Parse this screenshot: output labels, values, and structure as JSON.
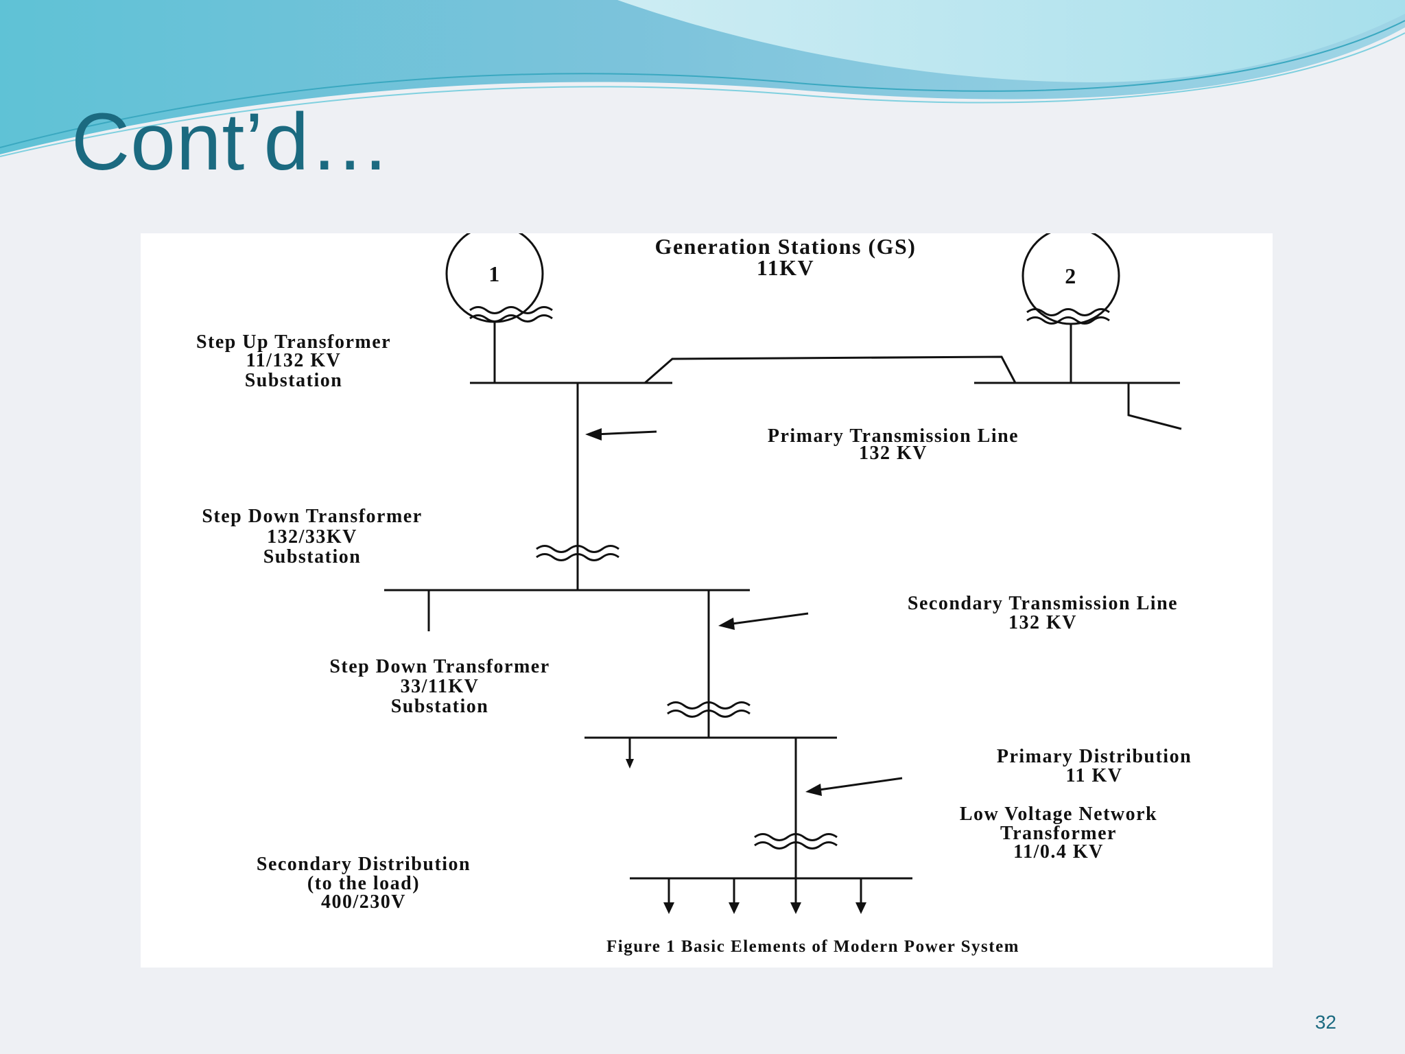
{
  "slide": {
    "title": "Cont’d…",
    "page_number": "32"
  },
  "figure": {
    "caption": "Figure 1 Basic Elements of Modern Power System",
    "generators": [
      "1",
      "2"
    ],
    "labels": {
      "gs_line1": "Generation Stations (GS)",
      "gs_line2": "11KV",
      "stepup_line1": "Step Up Transformer",
      "stepup_line2": "11/132 KV",
      "stepup_line3": "Substation",
      "primary_tx_line1": "Primary Transmission Line",
      "primary_tx_line2": "132 KV",
      "stepdown1_line1": "Step Down Transformer",
      "stepdown1_line2": "132/33KV",
      "stepdown1_line3": "Substation",
      "secondary_tx_line1": "Secondary Transmission Line",
      "secondary_tx_line2": "132 KV",
      "stepdown2_line1": "Step Down Transformer",
      "stepdown2_line2": "33/11KV",
      "stepdown2_line3": "Substation",
      "primary_dist_line1": "Primary Distribution",
      "primary_dist_line2": "11 KV",
      "lv_line1": "Low Voltage Network",
      "lv_line2": "Transformer",
      "lv_line3": "11/0.4 KV",
      "secondary_dist_line1": "Secondary Distribution",
      "secondary_dist_line2": "(to the load)",
      "secondary_dist_line3": "400/230V"
    }
  },
  "colors": {
    "title": "#1b6a80",
    "wave_dark": "#5bbfd2",
    "wave_light": "#bfe9f1",
    "diagram_ink": "#111111"
  }
}
